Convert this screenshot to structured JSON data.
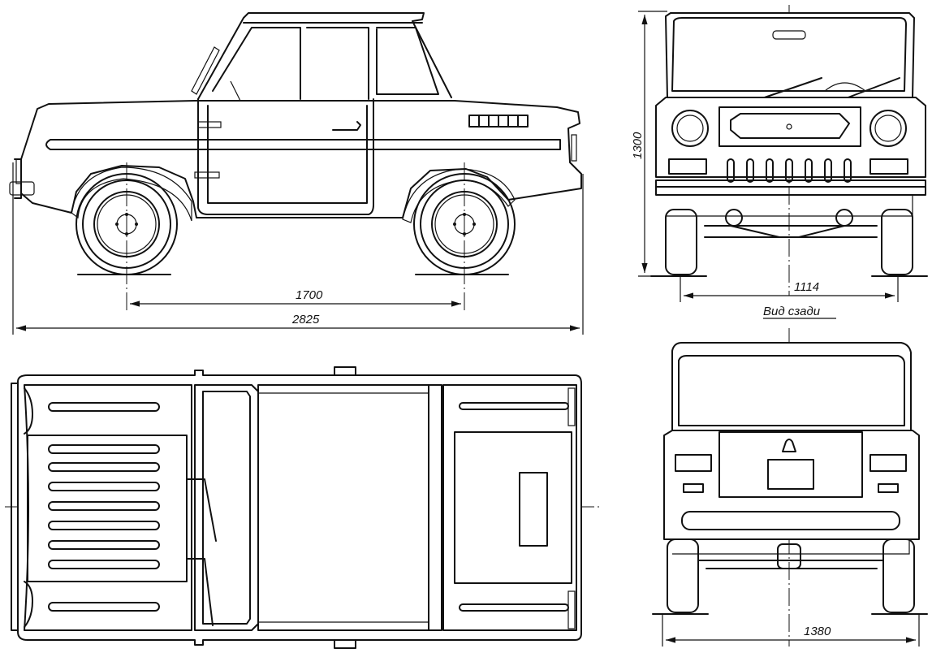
{
  "dimensions": {
    "wheelbase": "1700",
    "overall_length": "2825",
    "height": "1300",
    "track_front": "1114",
    "track_rear": "1380"
  },
  "captions": {
    "rear_view": "Вид сзади"
  },
  "colors": {
    "line": "#111111",
    "background": "#ffffff"
  }
}
